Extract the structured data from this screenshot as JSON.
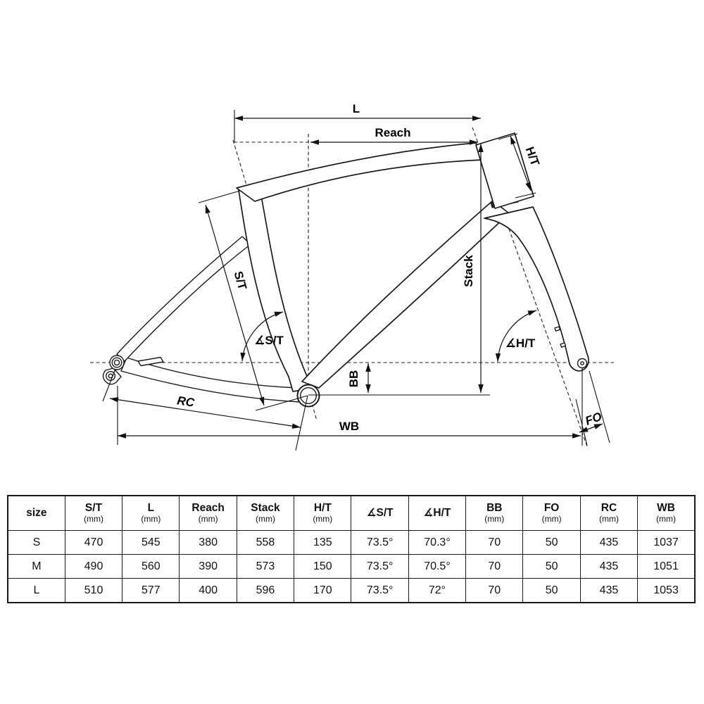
{
  "diagram": {
    "labels": {
      "top_tube_length": "L",
      "reach": "Reach",
      "head_tube": "H/T",
      "stack": "Stack",
      "seat_tube": "S/T",
      "seat_tube_angle": "∡S/T",
      "head_tube_angle": "∡H/T",
      "bb_drop": "BB",
      "rear_center": "RC",
      "wheelbase": "WB",
      "fork_offset": "FO"
    },
    "line_color": "#1a1a1a"
  },
  "table": {
    "columns": [
      {
        "label": "size",
        "unit": ""
      },
      {
        "label": "S/T",
        "unit": "(mm)"
      },
      {
        "label": "L",
        "unit": "(mm)"
      },
      {
        "label": "Reach",
        "unit": "(mm)"
      },
      {
        "label": "Stack",
        "unit": "(mm)"
      },
      {
        "label": "H/T",
        "unit": "(mm)"
      },
      {
        "label": "∡S/T",
        "unit": ""
      },
      {
        "label": "∡H/T",
        "unit": ""
      },
      {
        "label": "BB",
        "unit": "(mm)"
      },
      {
        "label": "FO",
        "unit": "(mm)"
      },
      {
        "label": "RC",
        "unit": "(mm)"
      },
      {
        "label": "WB",
        "unit": "(mm)"
      }
    ],
    "rows": [
      {
        "cells": [
          "S",
          "470",
          "545",
          "380",
          "558",
          "135",
          "73.5°",
          "70.3°",
          "70",
          "50",
          "435",
          "1037"
        ]
      },
      {
        "cells": [
          "M",
          "490",
          "560",
          "390",
          "573",
          "150",
          "73.5°",
          "70.5°",
          "70",
          "50",
          "435",
          "1051"
        ]
      },
      {
        "cells": [
          "L",
          "510",
          "577",
          "400",
          "596",
          "170",
          "73.5°",
          "72°",
          "70",
          "50",
          "435",
          "1053"
        ]
      }
    ]
  }
}
